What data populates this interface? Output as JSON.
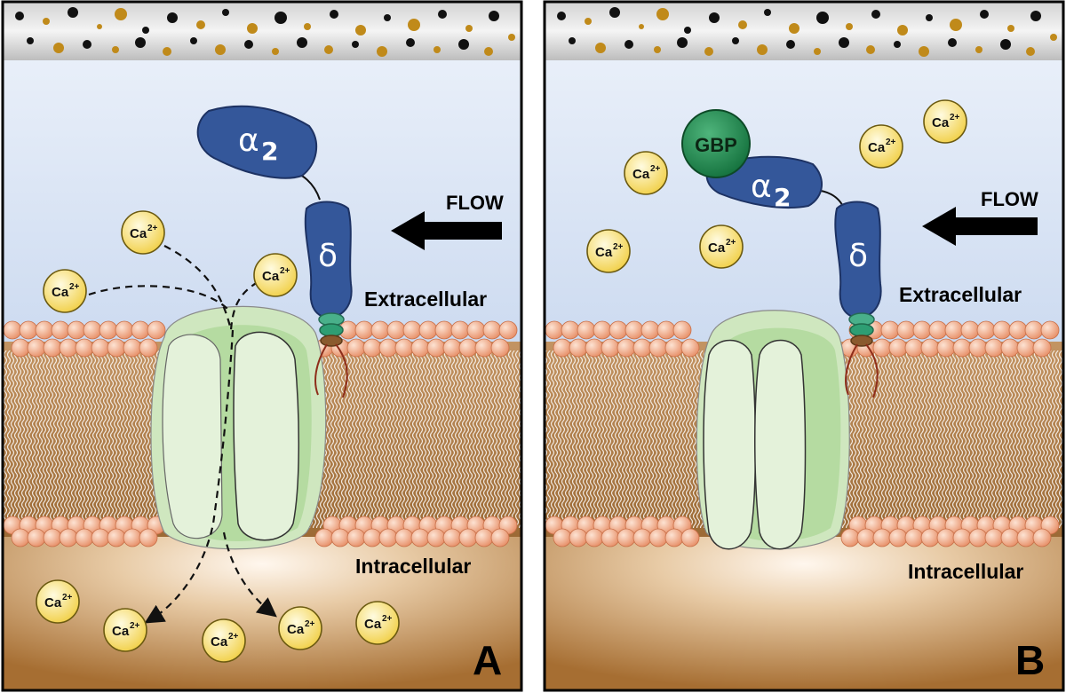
{
  "panels": [
    {
      "id": "A",
      "panel_label": "A",
      "flow_label": "FLOW",
      "extracellular_label": "Extracellular",
      "intracellular_label": "Intracellular",
      "alpha_label": "α",
      "alpha_subscript": "2",
      "delta_label": "δ",
      "calcium_ions": [
        {
          "symbol": "Ca",
          "charge": "2+"
        },
        {
          "symbol": "Ca",
          "charge": "2+"
        },
        {
          "symbol": "Ca",
          "charge": "2+"
        },
        {
          "symbol": "Ca",
          "charge": "2+"
        },
        {
          "symbol": "Ca",
          "charge": "2+"
        },
        {
          "symbol": "Ca",
          "charge": "2+"
        },
        {
          "symbol": "Ca",
          "charge": "2+"
        },
        {
          "symbol": "Ca",
          "charge": "2+"
        }
      ]
    },
    {
      "id": "B",
      "panel_label": "B",
      "flow_label": "FLOW",
      "extracellular_label": "Extracellular",
      "intracellular_label": "Intracellular",
      "alpha_label": "α",
      "alpha_subscript": "2",
      "delta_label": "δ",
      "gbp_label": "GBP",
      "calcium_ions": [
        {
          "symbol": "Ca",
          "charge": "2+"
        },
        {
          "symbol": "Ca",
          "charge": "2+"
        },
        {
          "symbol": "Ca",
          "charge": "2+"
        },
        {
          "symbol": "Ca",
          "charge": "2+"
        },
        {
          "symbol": "Ca",
          "charge": "2+"
        }
      ]
    }
  ],
  "colors": {
    "extracellular_top": "#e6eef8",
    "extracellular_bottom": "#a9bfe0",
    "intracellular": "#b47a3c",
    "lipid_head": "#f4b08e",
    "lipid_tail": "#b98450",
    "channel": "#d8ecc8",
    "channel_dark": "#9fcf8a",
    "protein": "#2e4e8e",
    "calcium": "#f9df6e",
    "gbp": "#1e8a4e",
    "matrix_gold": "#c08a1a"
  }
}
